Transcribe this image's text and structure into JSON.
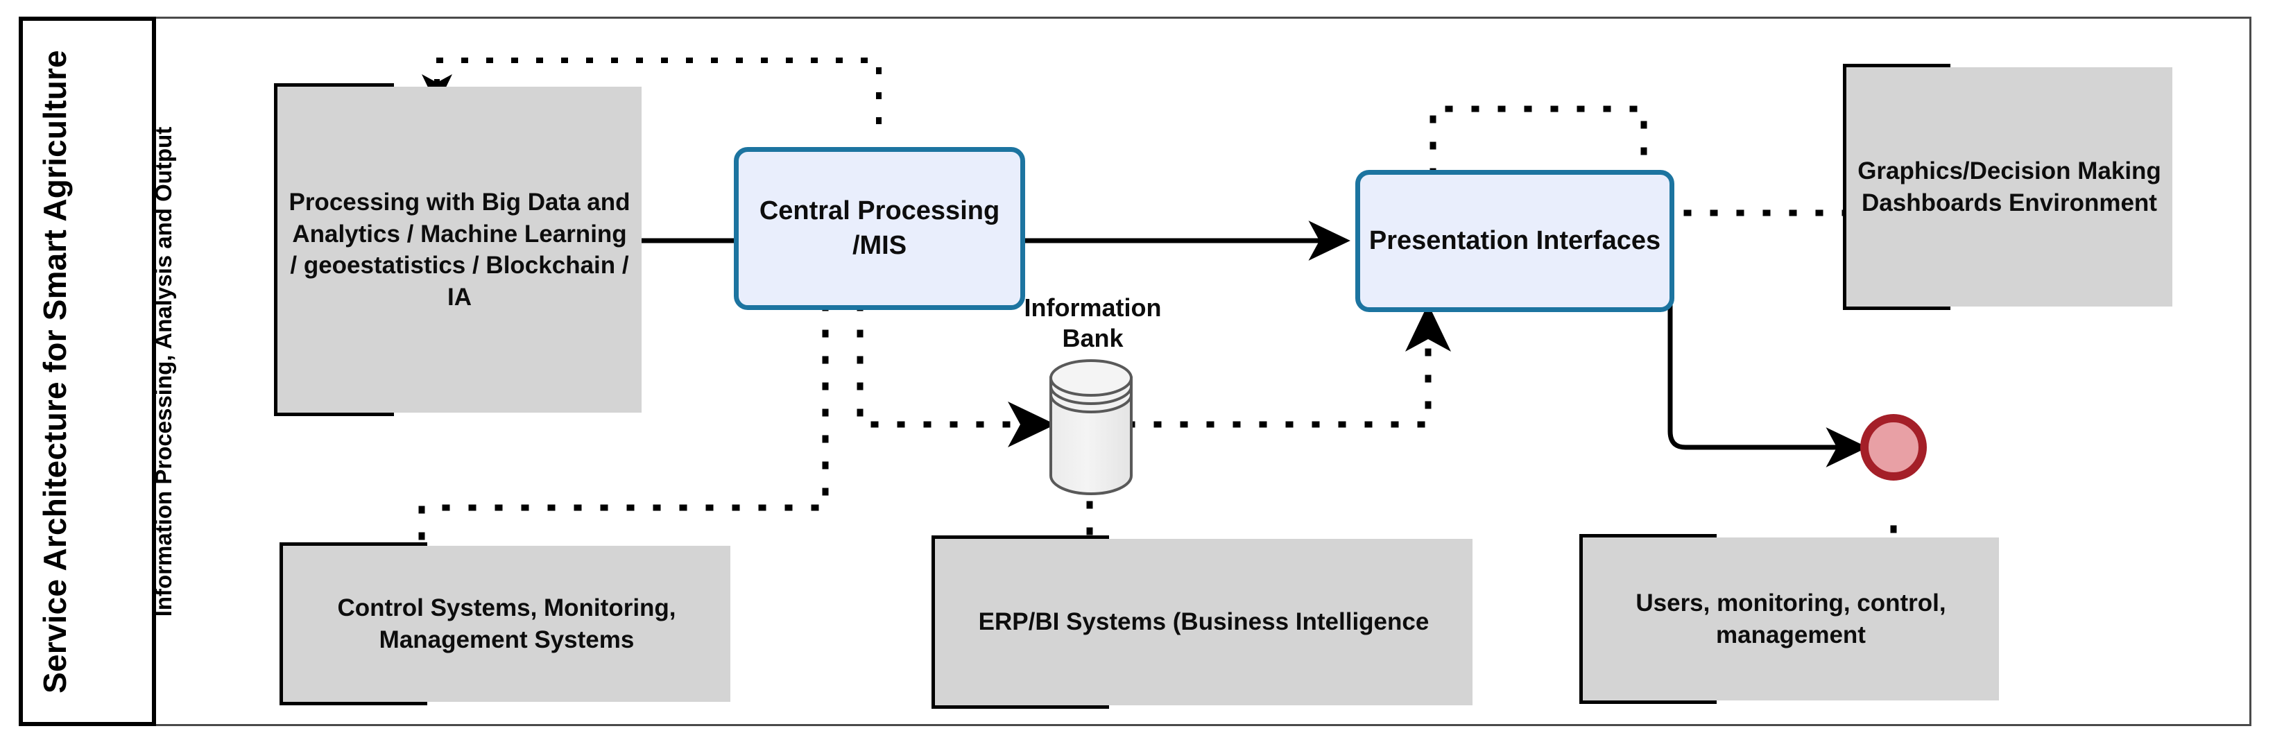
{
  "diagram": {
    "title_vertical": "Service Architecture for Smart Agriculture",
    "subtitle_vertical": "Information  Processing, Analysis and Output",
    "colors": {
      "frame_border": "#4a4a4a",
      "title_border": "#000000",
      "gray_box_fill": "#d4d4d4",
      "gray_box_edge": "#000000",
      "process_fill": "#e9eefc",
      "process_border": "#1c74a0",
      "connector": "#000000",
      "endpoint_fill": "#e8a0a5",
      "endpoint_border": "#a41f28",
      "database_fill": "#efefef",
      "database_edge": "#595959"
    },
    "nodes": [
      {
        "id": "processing-big-data",
        "kind": "note",
        "label": "Processing with Big Data and Analytics / Machine Learning / geoestatistics / Blockchain / IA"
      },
      {
        "id": "central-processing",
        "kind": "process",
        "label": "Central Processing /MIS"
      },
      {
        "id": "information-bank",
        "kind": "database",
        "label": "Information Bank"
      },
      {
        "id": "presentation-interfaces",
        "kind": "process",
        "label": "Presentation Interfaces"
      },
      {
        "id": "graphics-dashboards",
        "kind": "note",
        "label": "Graphics/Decision Making Dashboards Environment"
      },
      {
        "id": "control-systems",
        "kind": "note",
        "label": "Control Systems, Monitoring, Management Systems"
      },
      {
        "id": "erp-bi-systems",
        "kind": "note",
        "label": "ERP/BI Systems (Business Intelligence"
      },
      {
        "id": "users-monitoring",
        "kind": "note",
        "label": "Users, monitoring, control, management"
      },
      {
        "id": "endpoint-node",
        "kind": "endpoint",
        "label": ""
      }
    ],
    "edges": [
      {
        "from": "central-processing",
        "to": "processing-big-data",
        "style": "dotted",
        "arrow": true
      },
      {
        "from": "central-processing",
        "to": "presentation-interfaces",
        "style": "solid",
        "arrow": true
      },
      {
        "from": "central-processing",
        "to": "information-bank",
        "style": "dotted",
        "arrow": true
      },
      {
        "from": "central-processing",
        "to": "control-systems",
        "style": "dotted",
        "arrow": false
      },
      {
        "from": "information-bank",
        "to": "presentation-interfaces",
        "style": "dotted",
        "arrow": true
      },
      {
        "from": "information-bank",
        "to": "erp-bi-systems",
        "style": "dotted",
        "arrow": false
      },
      {
        "from": "presentation-interfaces",
        "to": "graphics-dashboards",
        "style": "dotted",
        "arrow": false
      },
      {
        "from": "presentation-interfaces",
        "to": "endpoint-node",
        "style": "solid",
        "arrow": true
      },
      {
        "from": "users-monitoring",
        "to": "endpoint-node",
        "style": "dotted",
        "arrow": false
      }
    ]
  }
}
